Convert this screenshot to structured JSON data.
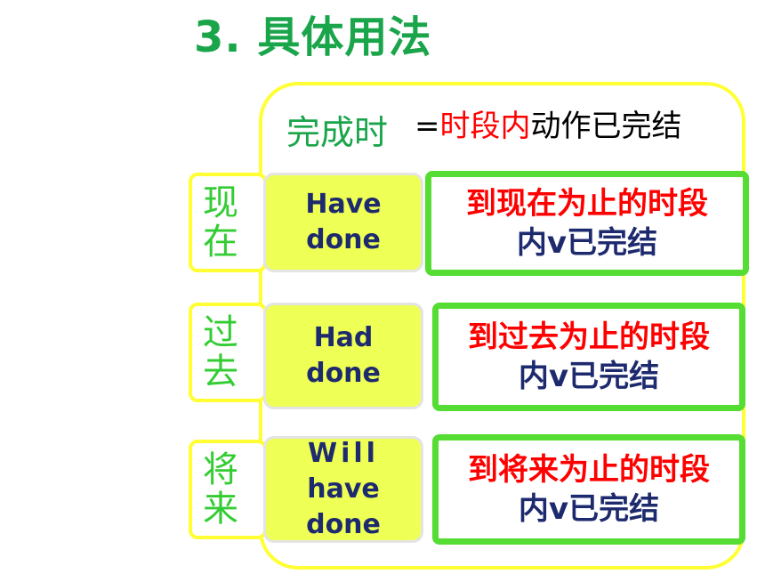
{
  "title": "3. 具体用法",
  "header": {
    "label": "完成时",
    "def_eq": "=",
    "def_red": "时段内",
    "def_rest": "动作已完结"
  },
  "rows": [
    {
      "tab": [
        "现",
        "在"
      ],
      "tense": [
        "Have",
        "done"
      ],
      "desc": [
        "到现在为止的时段",
        "内v已完结"
      ]
    },
    {
      "tab": [
        "过",
        "去"
      ],
      "tense": [
        "Had",
        "done"
      ],
      "desc": [
        "到过去为止的时段",
        "内v已完结"
      ]
    },
    {
      "tab": [
        "将",
        "来"
      ],
      "tense": [
        "Will",
        "have",
        "done"
      ],
      "desc": [
        "到将来为止的时段",
        "内v已完结"
      ]
    }
  ],
  "colors": {
    "title_green": "#1aa54b",
    "frame_yellow": "#ffff33",
    "tense_fill": "#eeff55",
    "tense_text": "#1e2a6e",
    "border_green": "#55dd33",
    "red": "#ff0000"
  }
}
